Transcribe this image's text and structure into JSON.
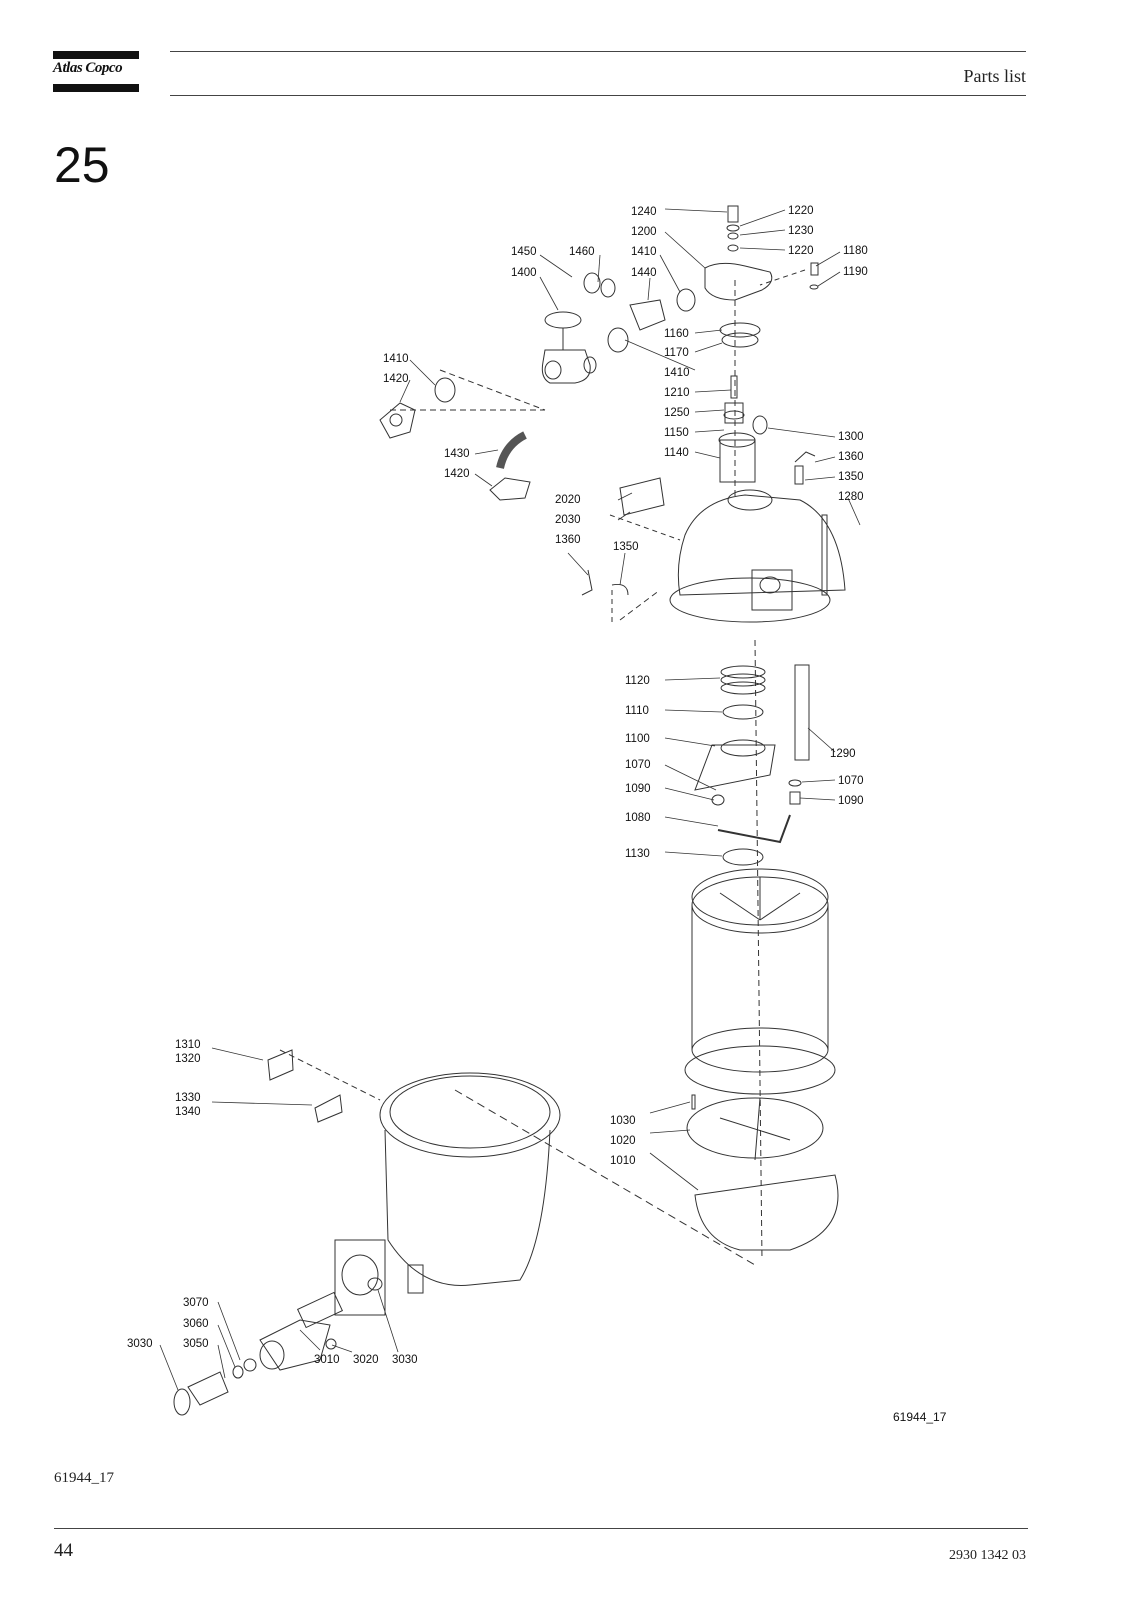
{
  "header": {
    "brand": "Atlas Copco",
    "section_title": "Parts list"
  },
  "chapter_number": "25",
  "drawing": {
    "figure_id": "61944_17",
    "callouts": {
      "c1240": "1240",
      "c1220a": "1220",
      "c1200": "1200",
      "c1230": "1230",
      "c1220b": "1220",
      "c1450": "1450",
      "c1460": "1460",
      "c1410a": "1410",
      "c1180": "1180",
      "c1400": "1400",
      "c1440": "1440",
      "c1190": "1190",
      "c1160": "1160",
      "c1170": "1170",
      "c1410b": "1410",
      "c1410c": "1410",
      "c1420a": "1420",
      "c1210": "1210",
      "c1250": "1250",
      "c1150": "1150",
      "c1300": "1300",
      "c1140": "1140",
      "c1360a": "1360",
      "c1430": "1430",
      "c1350a": "1350",
      "c1420b": "1420",
      "c1280": "1280",
      "c2020": "2020",
      "c2030": "2030",
      "c1360b": "1360",
      "c1350b": "1350",
      "c1120": "1120",
      "c1110": "1110",
      "c1100": "1100",
      "c1290": "1290",
      "c1070a": "1070",
      "c1070b": "1070",
      "c1090a": "1090",
      "c1090b": "1090",
      "c1080": "1080",
      "c1130": "1130",
      "c1310": "1310",
      "c1320": "1320",
      "c1330": "1330",
      "c1340": "1340",
      "c1030": "1030",
      "c1020": "1020",
      "c1010": "1010",
      "c3070": "3070",
      "c3060": "3060",
      "c3030a": "3030",
      "c3050": "3050",
      "c3010": "3010",
      "c3020": "3020",
      "c3030b": "3030"
    }
  },
  "footer": {
    "figure_ref": "61944_17",
    "page_number": "44",
    "document_number": "2930 1342 03"
  }
}
